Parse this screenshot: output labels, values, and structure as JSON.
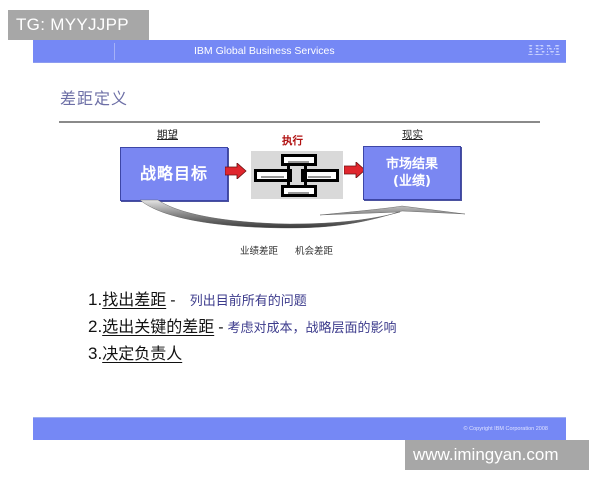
{
  "watermarks": {
    "top_left": "TG: MYYJJPP",
    "bottom_right": "www.imingyan.com"
  },
  "header": {
    "title": "IBM Global Business Services",
    "logo": "IBM",
    "color": "#7588f5"
  },
  "slide": {
    "title": "差距定义",
    "diagram": {
      "expectation_label": "期望",
      "execution_label": "执行",
      "reality_label": "现实",
      "left_box": "战略目标",
      "right_box_line1": "市场结果",
      "right_box_line2": "(业绩)",
      "box_color": "#7a87f2",
      "arrow_color": "#e0262d",
      "gap_labels": [
        "业绩差距",
        "机会差距"
      ],
      "icons": [
        "right-arrow-icon",
        "curved-arrow-icon",
        "execution-flow-diagram"
      ]
    },
    "steps": [
      {
        "number": "1.",
        "key": "找出差距",
        "separator": "-",
        "description": "列出目前所有的问题"
      },
      {
        "number": "2.",
        "key": "选出关键的差距",
        "separator": "-",
        "description": "考虑对成本，战略层面的影响"
      },
      {
        "number": "3.",
        "key": "决定负责人",
        "separator": "",
        "description": ""
      }
    ]
  },
  "footer": {
    "copyright": "© Copyright IBM Corporation 2008"
  }
}
